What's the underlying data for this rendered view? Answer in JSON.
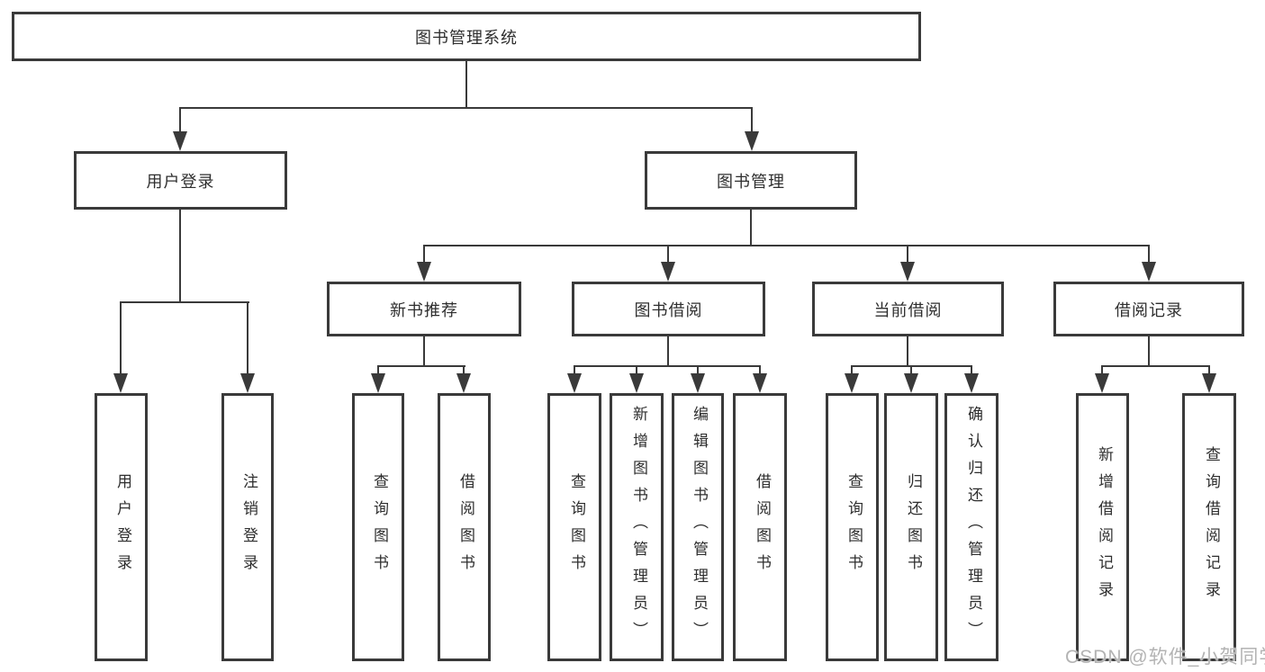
{
  "tree": {
    "root": {
      "label": "图书管理系统",
      "children": [
        {
          "label": "用户登录",
          "children": [
            {
              "label": "用户登录"
            },
            {
              "label": "注销登录"
            }
          ]
        },
        {
          "label": "图书管理",
          "children": [
            {
              "label": "新书推荐",
              "children": [
                {
                  "label": "查询图书"
                },
                {
                  "label": "借阅图书"
                }
              ]
            },
            {
              "label": "图书借阅",
              "children": [
                {
                  "label": "查询图书"
                },
                {
                  "label": "新增图书（管理员）"
                },
                {
                  "label": "编辑图书（管理员）"
                },
                {
                  "label": "借阅图书"
                }
              ]
            },
            {
              "label": "当前借阅",
              "children": [
                {
                  "label": "查询图书"
                },
                {
                  "label": "归还图书"
                },
                {
                  "label": "确认归还（管理员）"
                }
              ]
            },
            {
              "label": "借阅记录",
              "children": [
                {
                  "label": "新增借阅记录"
                },
                {
                  "label": "查询借阅记录"
                }
              ]
            }
          ]
        }
      ]
    }
  },
  "colors": {
    "line": "#3a3a3a",
    "text": "#2e2e2e",
    "background": "#ffffff",
    "watermark": "#b3b3b3"
  },
  "watermark": {
    "text": "CSDN @软件_小贺同学"
  }
}
